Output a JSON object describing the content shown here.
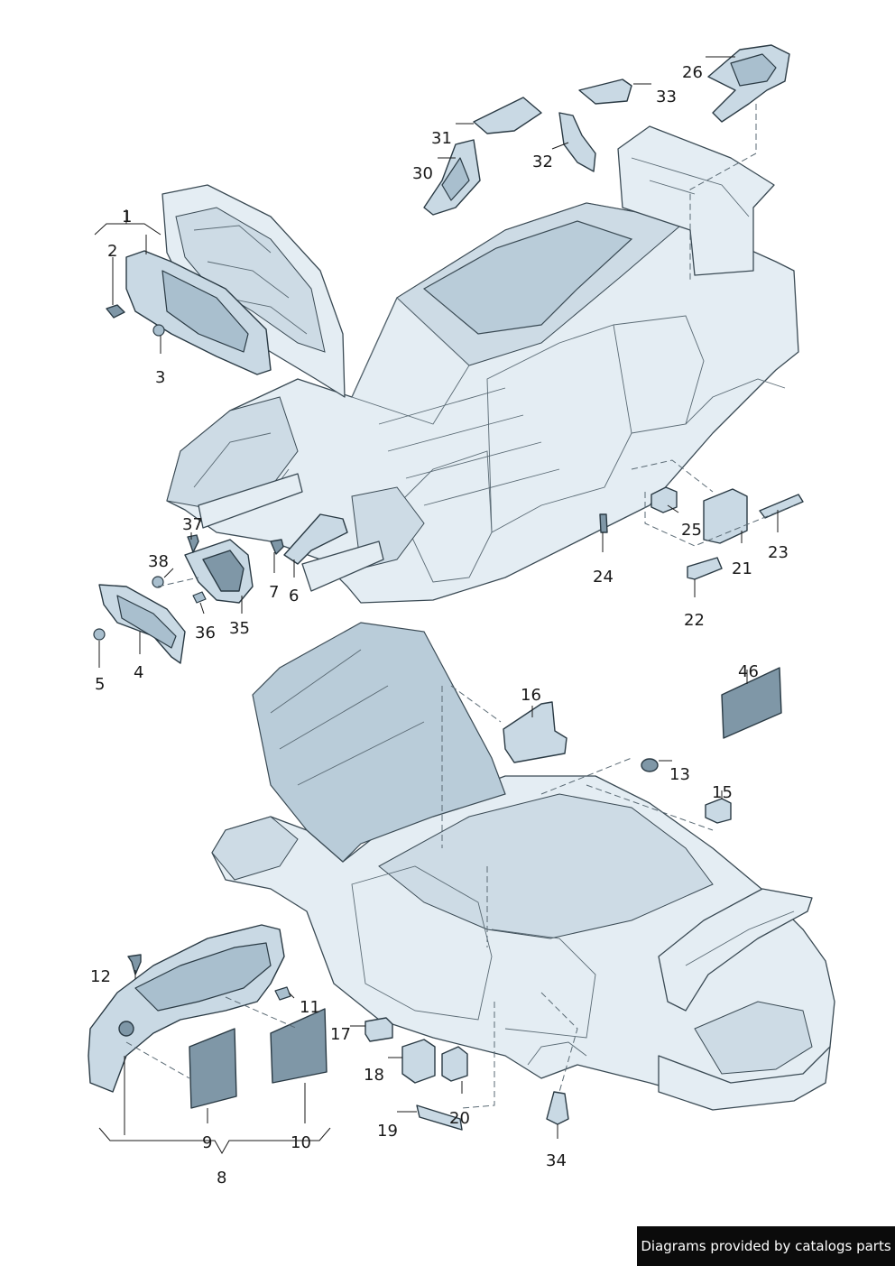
{
  "callouts": {
    "c1": "1",
    "c2": "2",
    "c3": "3",
    "c4": "4",
    "c5": "5",
    "c6": "6",
    "c7": "7",
    "c8": "8",
    "c9": "9",
    "c10": "10",
    "c11": "11",
    "c12": "12",
    "c13": "13",
    "c15": "15",
    "c16": "16",
    "c17": "17",
    "c18": "18",
    "c19": "19",
    "c20": "20",
    "c21": "21",
    "c22": "22",
    "c23": "23",
    "c24": "24",
    "c25": "25",
    "c26": "26",
    "c30": "30",
    "c31": "31",
    "c32": "32",
    "c33": "33",
    "c34": "34",
    "c35": "35",
    "c36": "36",
    "c37": "37",
    "c38": "38",
    "c46": "46"
  },
  "credit": "Diagrams provided by catalogs parts"
}
